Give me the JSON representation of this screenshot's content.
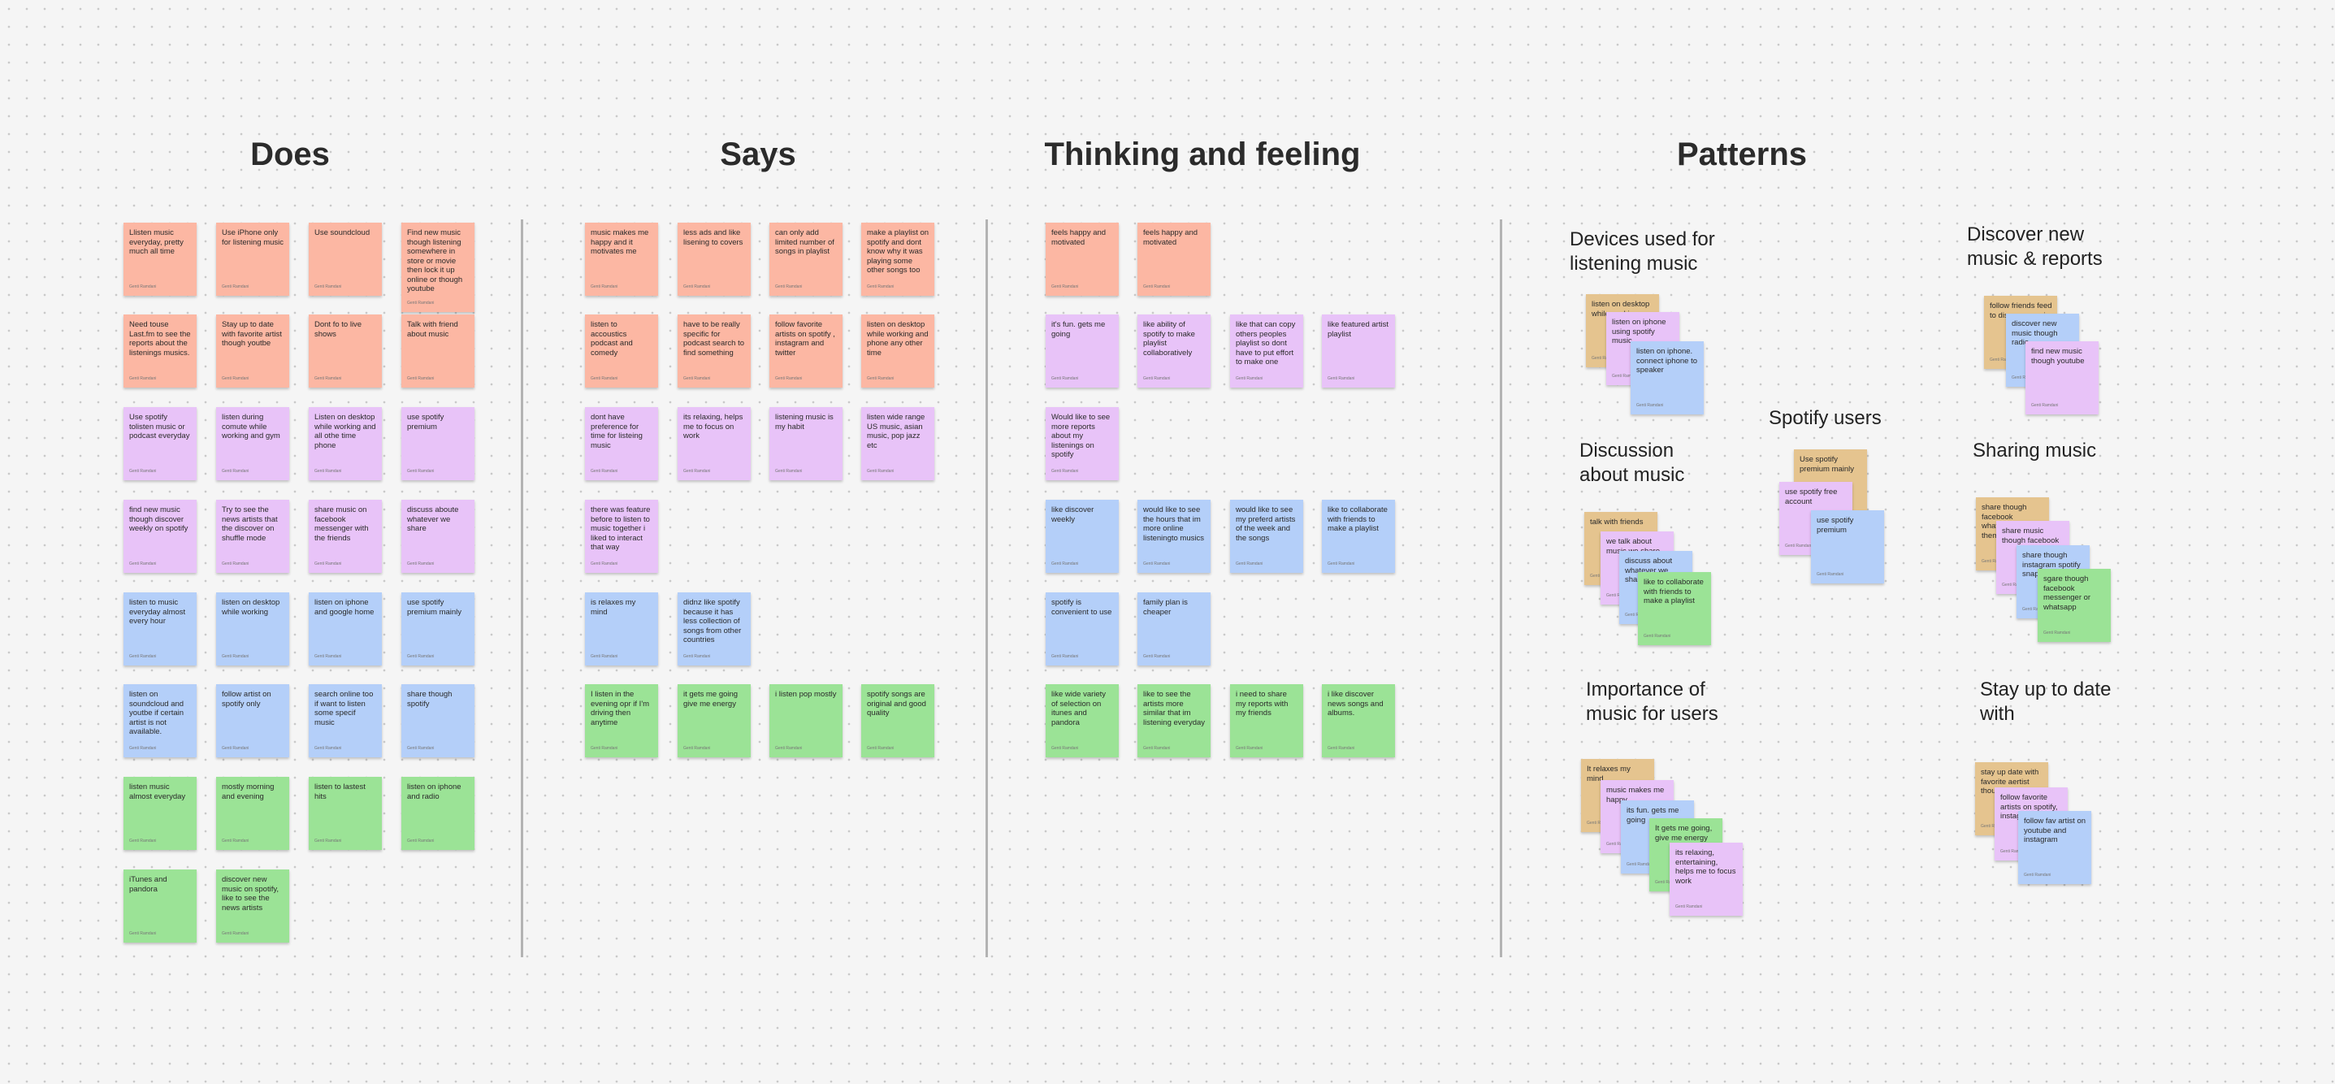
{
  "headings": {
    "does": "Does",
    "says": "Says",
    "thinking": "Thinking and feeling",
    "patterns": "Patterns"
  },
  "author": "Genti Ramdani",
  "does": [
    "Llisten  music everyday, pretty much all time",
    "Use iPhone only for listening music",
    "Use soundcloud",
    "Find new music though listening somewhere in store or movie then lock it up online or though youtube",
    "Need touse Last.fm to see the reports about the listenings musics.",
    "Stay up to date with favorite artist though youtbe",
    "Dont fo to live shows",
    "Talk with friend about music",
    "Use spotify tolisten music or podcast everyday",
    "listen during comute while working and gym",
    "Listen on desktop while working and all othe time phone",
    "use spotify premium",
    "find new music though discover weekly on spotify",
    "Try to see the news artists that the discover on shuffle mode",
    "share music on facebook messenger with the friends",
    "discuss aboute whatever we share",
    "listen to music everyday almost every hour",
    "listen on desktop while working",
    "listen on iphone and google home",
    "use spotify premium mainly",
    "listen on soundcloud and youtbe if certain artist is not available.",
    "follow artist on spotify only",
    "search online too if want to listen some specif music",
    "share though spotify",
    "listen music almost everyday",
    "mostly morning and evening",
    "listen to lastest hits",
    "listen on iphone and radio",
    "iTunes and pandora",
    "discover new music on spotify, like to see the news artists"
  ],
  "says": [
    "music makes me happy and it motivates me",
    "less ads and like lisening to covers",
    "can only add limited number of songs in playlist",
    "make a playlist on spotify and dont know why it was playing some other songs too",
    "listen to accoustics podcast and comedy",
    "have to be really specific for podcast search to find something",
    "follow favorite artists on spotify , instagram and twitter",
    "listen on desktop while working and phone any other time",
    "dont have preference for time for listeing music",
    "its relaxing, helps me to focus on work",
    "listening music is my habit",
    "listen wide range US music, asian music, pop jazz etc",
    "there was feature before to listen to music together i liked to interact that way",
    "is relaxes my mind",
    "didnz like spotify because it has less collection of songs from other countries",
    "I listen in the evening opr if I'm driving then anytime",
    "it gets me going give me energy",
    "i listen pop mostly",
    "spotify songs are original and good quality"
  ],
  "thinking": [
    "feels happy and motivated",
    "feels happy and motivated",
    "it's fun. gets me going",
    "like ability of spotify to make playlist collaboratively",
    "like that can copy others peoples playlist so dont have to put effort to make one",
    "like featured artist playlist",
    "Would like to see more reports about my listenings on spotify",
    "like discover weekly",
    "would like to see the hours that im more online listeningto musics",
    "would like to see my preferd artists of the week and the songs",
    "like to collaborate with friends to make a playlist",
    "spotify is convenient to use",
    "family plan is cheaper",
    "like wide variety of selection on itunes and pandora",
    "like to see the artists more similar that im listening everyday",
    "i need to share my reports with my friends",
    "i like discover news songs and albums."
  ],
  "clusters": {
    "devices": {
      "title": "Devices used for listening music",
      "notes": [
        "listen on desktop while working",
        "listen on iphone using spotify music",
        "listen on iphone. connect iphone to speaker"
      ]
    },
    "discover": {
      "title": "Discover new music & reports",
      "notes": [
        "follow friends feed to discover music",
        "discover new music though radio",
        "find new music though youtube"
      ]
    },
    "spotify_users": {
      "title": "Spotify users",
      "notes": [
        "Use spotify premium mainly",
        "use spotify free account",
        "use spotify premium"
      ]
    },
    "discussion": {
      "title": "Discussion about music",
      "notes": [
        "talk with friends",
        "we talk about music we share",
        "discuss about whatever we share",
        "like to collaborate with friends to make a playlist"
      ]
    },
    "sharing": {
      "title": "Sharing music",
      "notes": [
        "share though facebook whatsapp sing them",
        "share music though facebook",
        "share though instagram spotify snapchat",
        "sgare though facebook messenger or whatsapp"
      ]
    },
    "importance": {
      "title": "Importance of music for users",
      "notes": [
        "It relaxes my mind",
        "music makes me happy",
        "its fun. gets me going",
        "It gets me going, give me energy",
        "its relaxing, entertaining, helps me to focus work"
      ]
    },
    "stay": {
      "title": "Stay up to date with",
      "notes": [
        "stay up date with favorite aertist though",
        "follow favorite artists on spotify, instagram twitter",
        "follow fav artist on youtube and instagram"
      ]
    }
  },
  "colors": {
    "red": "#fcb7a3",
    "purple": "#e8c3f8",
    "blue": "#b4cff9",
    "green": "#9be396",
    "tan": "#e5c48f",
    "background": "#f5f5f5"
  }
}
